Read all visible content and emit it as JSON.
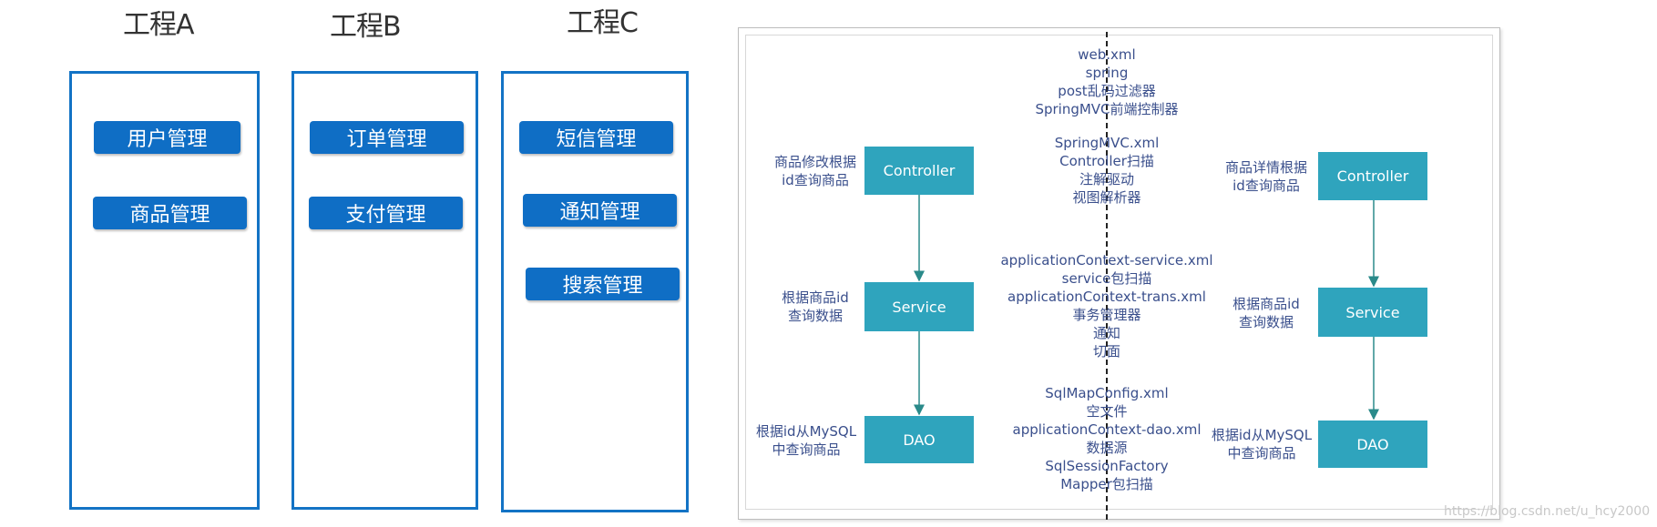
{
  "projects": [
    {
      "title": "工程A",
      "modules": [
        "用户管理",
        "商品管理"
      ]
    },
    {
      "title": "工程B",
      "modules": [
        "订单管理",
        "支付管理"
      ]
    },
    {
      "title": "工程C",
      "modules": [
        "短信管理",
        "通知管理",
        "搜索管理"
      ]
    }
  ],
  "diagram": {
    "config_top": [
      "web.xml",
      "spring",
      "post乱码过滤器",
      "SpringMVC前端控制器"
    ],
    "config_mvc": [
      "SpringMVC.xml",
      "Controller扫描",
      "注解驱动",
      "视图解析器"
    ],
    "config_service": [
      "applicationContext-service.xml",
      "service包扫描",
      "applicationContext-trans.xml",
      "事务管理器",
      "通知",
      "切面"
    ],
    "config_dao": [
      "SqlMapConfig.xml",
      "空文件",
      "applicationContext-dao.xml",
      "数据源",
      "SqlSessionFactory",
      "Mapper包扫描"
    ],
    "left_stack": {
      "controller": "Controller",
      "service": "Service",
      "dao": "DAO",
      "controller_label": [
        "商品修改根据",
        "id查询商品"
      ],
      "service_label": [
        "根据商品id",
        "查询数据"
      ],
      "dao_label": [
        "根据id从MySQL",
        "中查询商品"
      ]
    },
    "right_stack": {
      "controller": "Controller",
      "service": "Service",
      "dao": "DAO",
      "controller_label": [
        "商品详情根据",
        "id查询商品"
      ],
      "service_label": [
        "根据商品id",
        "查询数据"
      ],
      "dao_label": [
        "根据id从MySQL",
        "中查询商品"
      ]
    },
    "arrow_color": "#2a8a8a",
    "box_color": "#2fa4bd"
  },
  "watermark": "https://blog.csdn.net/u_hcy2000",
  "colors": {
    "project_border": "#1373c5",
    "module_bg": "#0f6ec5"
  }
}
